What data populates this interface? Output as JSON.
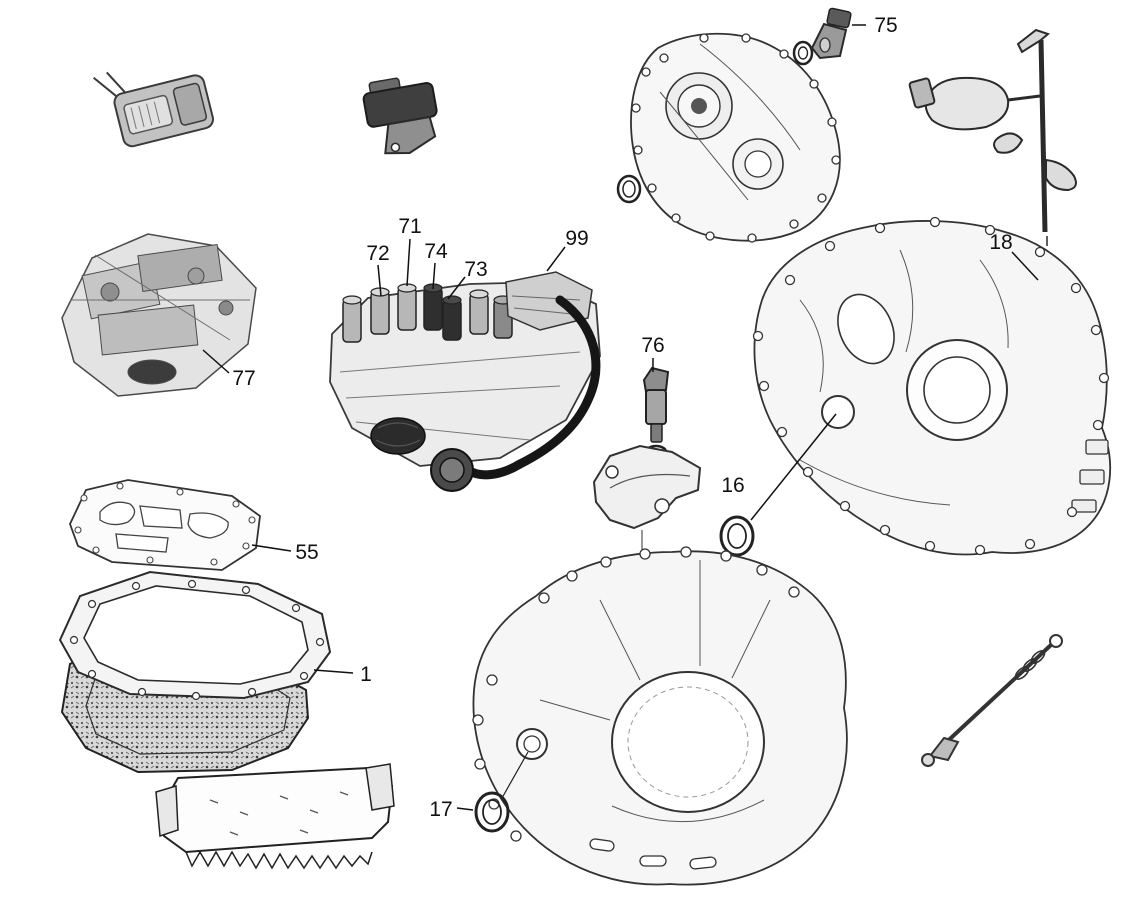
{
  "diagram": {
    "kind": "exploded-parts-diagram",
    "colors": {
      "background": "#ffffff",
      "line": "#222222",
      "fill_light": "#f6f6f6"
    },
    "callouts": [
      {
        "label": "75"
      },
      {
        "label": "18"
      },
      {
        "label": "71"
      },
      {
        "label": "72"
      },
      {
        "label": "74"
      },
      {
        "label": "73"
      },
      {
        "label": "99"
      },
      {
        "label": "77"
      },
      {
        "label": "76"
      },
      {
        "label": "16"
      },
      {
        "label": "55"
      },
      {
        "label": "1"
      },
      {
        "label": "17"
      }
    ]
  }
}
